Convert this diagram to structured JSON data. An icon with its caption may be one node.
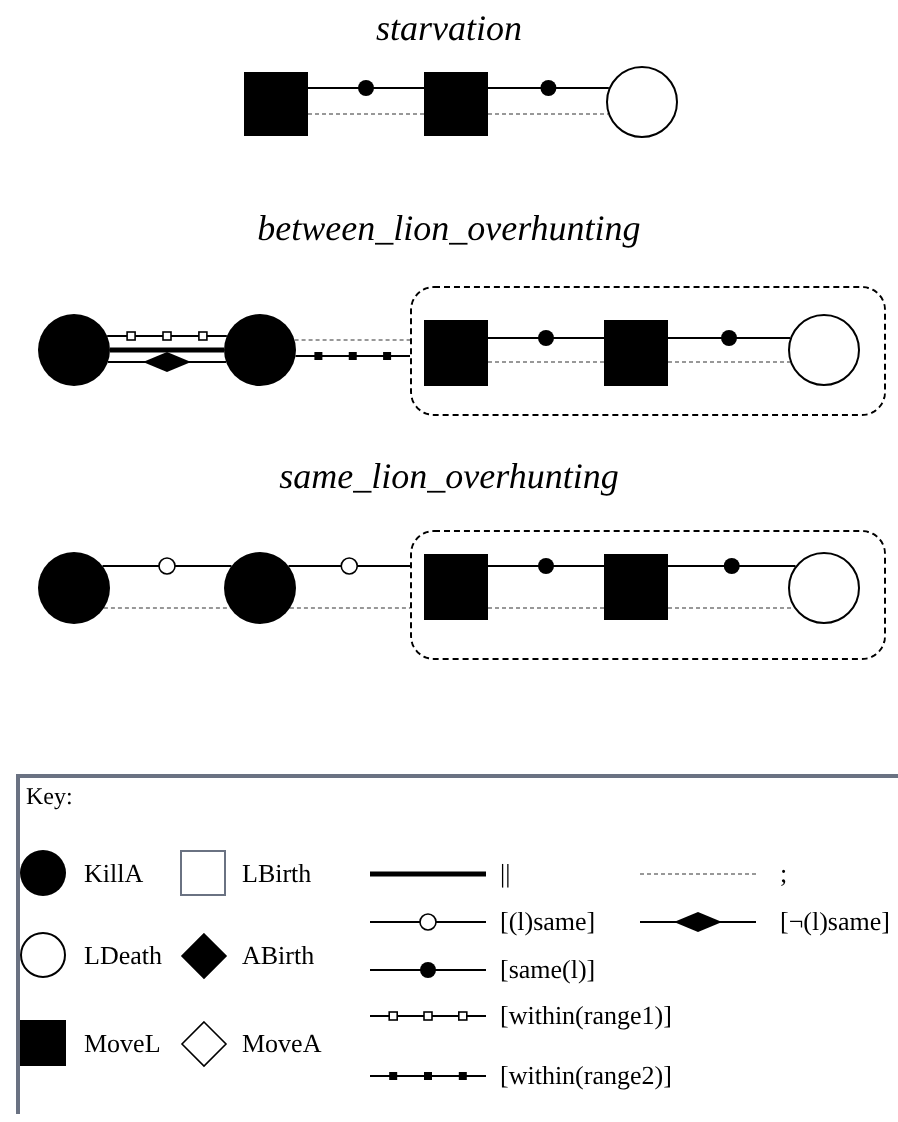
{
  "diagram": {
    "nodes": [
      {
        "text": [],
        "shape": "square"
      },
      {
        "text": [],
        "shape": "square"
      },
      {
        "text": [],
        "shape": "circle"
      },
      {
        "text": [],
        "shape": "disc"
      },
      {
        "text": [],
        "shape": "disc"
      },
      {
        "text": [],
        "shape": "box"
      },
      {
        "text": [],
        "shape": "square",
        "in": 5
      },
      {
        "text": [],
        "shape": "square",
        "in": 5
      },
      {
        "text": [],
        "shape": "circle",
        "in": 5
      },
      {
        "text": [],
        "shape": "disc"
      },
      {
        "text": [],
        "shape": "disc"
      },
      {
        "text": [],
        "shape": "box"
      },
      {
        "text": [],
        "shape": "square",
        "in": 11
      },
      {
        "text": [],
        "shape": "square",
        "in": 11
      },
      {
        "text": [],
        "shape": "circle",
        "in": 11
      }
    ],
    "edges": [
      {
        "from": 0,
        "to": 1,
        "arrow": "none"
      },
      {
        "from": 0,
        "to": 1,
        "arrow": "none",
        "style": "dashed",
        "color": "#777777"
      },
      {
        "from": 1,
        "to": 2,
        "arrow": "none"
      },
      {
        "from": 1,
        "to": 2,
        "arrow": "none",
        "style": "dashed",
        "color": "#777777"
      },
      {
        "from": 3,
        "to": 4,
        "arrow": "none"
      },
      {
        "from": 3,
        "to": 4,
        "arrow": "none",
        "style": "thick"
      },
      {
        "from": 3,
        "to": 4,
        "arrow": "none"
      },
      {
        "from": 4,
        "to": 5,
        "arrow": "none",
        "style": "dashed",
        "color": "#777777"
      },
      {
        "from": 4,
        "to": 5,
        "arrow": "none"
      },
      {
        "from": 6,
        "to": 7,
        "arrow": "none"
      },
      {
        "from": 6,
        "to": 7,
        "arrow": "none",
        "style": "dashed",
        "color": "#777777"
      },
      {
        "from": 7,
        "to": 8,
        "arrow": "none"
      },
      {
        "from": 7,
        "to": 8,
        "arrow": "none",
        "style": "dashed",
        "color": "#777777"
      },
      {
        "from": 9,
        "to": 10,
        "arrow": "none"
      },
      {
        "from": 9,
        "to": 10,
        "arrow": "none",
        "style": "dashed",
        "color": "#777777"
      },
      {
        "from": 10,
        "to": 11,
        "arrow": "none"
      },
      {
        "from": 10,
        "to": 11,
        "arrow": "none",
        "style": "dashed",
        "color": "#777777"
      },
      {
        "from": 12,
        "to": 13,
        "arrow": "none"
      },
      {
        "from": 12,
        "to": 13,
        "arrow": "none",
        "style": "dashed",
        "color": "#777777"
      },
      {
        "from": 13,
        "to": 14,
        "arrow": "none"
      },
      {
        "from": 13,
        "to": 14,
        "arrow": "none",
        "style": "dashed",
        "color": "#777777"
      }
    ],
    "labels": [
      "starvation",
      "between_lion_overhunting",
      "same_lion_overhunting",
      "Key:"
    ],
    "legend": [
      {
        "text": "KillA"
      },
      {
        "text": "LDeath"
      },
      {
        "text": "MoveL"
      },
      {
        "text": "LBirth"
      },
      {
        "text": "ABirth"
      },
      {
        "text": "MoveA"
      },
      {
        "text": "||"
      },
      {
        "text": "[(l)same]"
      },
      {
        "text": "[same(l)]"
      },
      {
        "text": "[within(range1)]"
      },
      {
        "text": "[within(range2)]"
      },
      {
        "text": ";"
      },
      {
        "text": "[¬(l)same]"
      }
    ]
  }
}
